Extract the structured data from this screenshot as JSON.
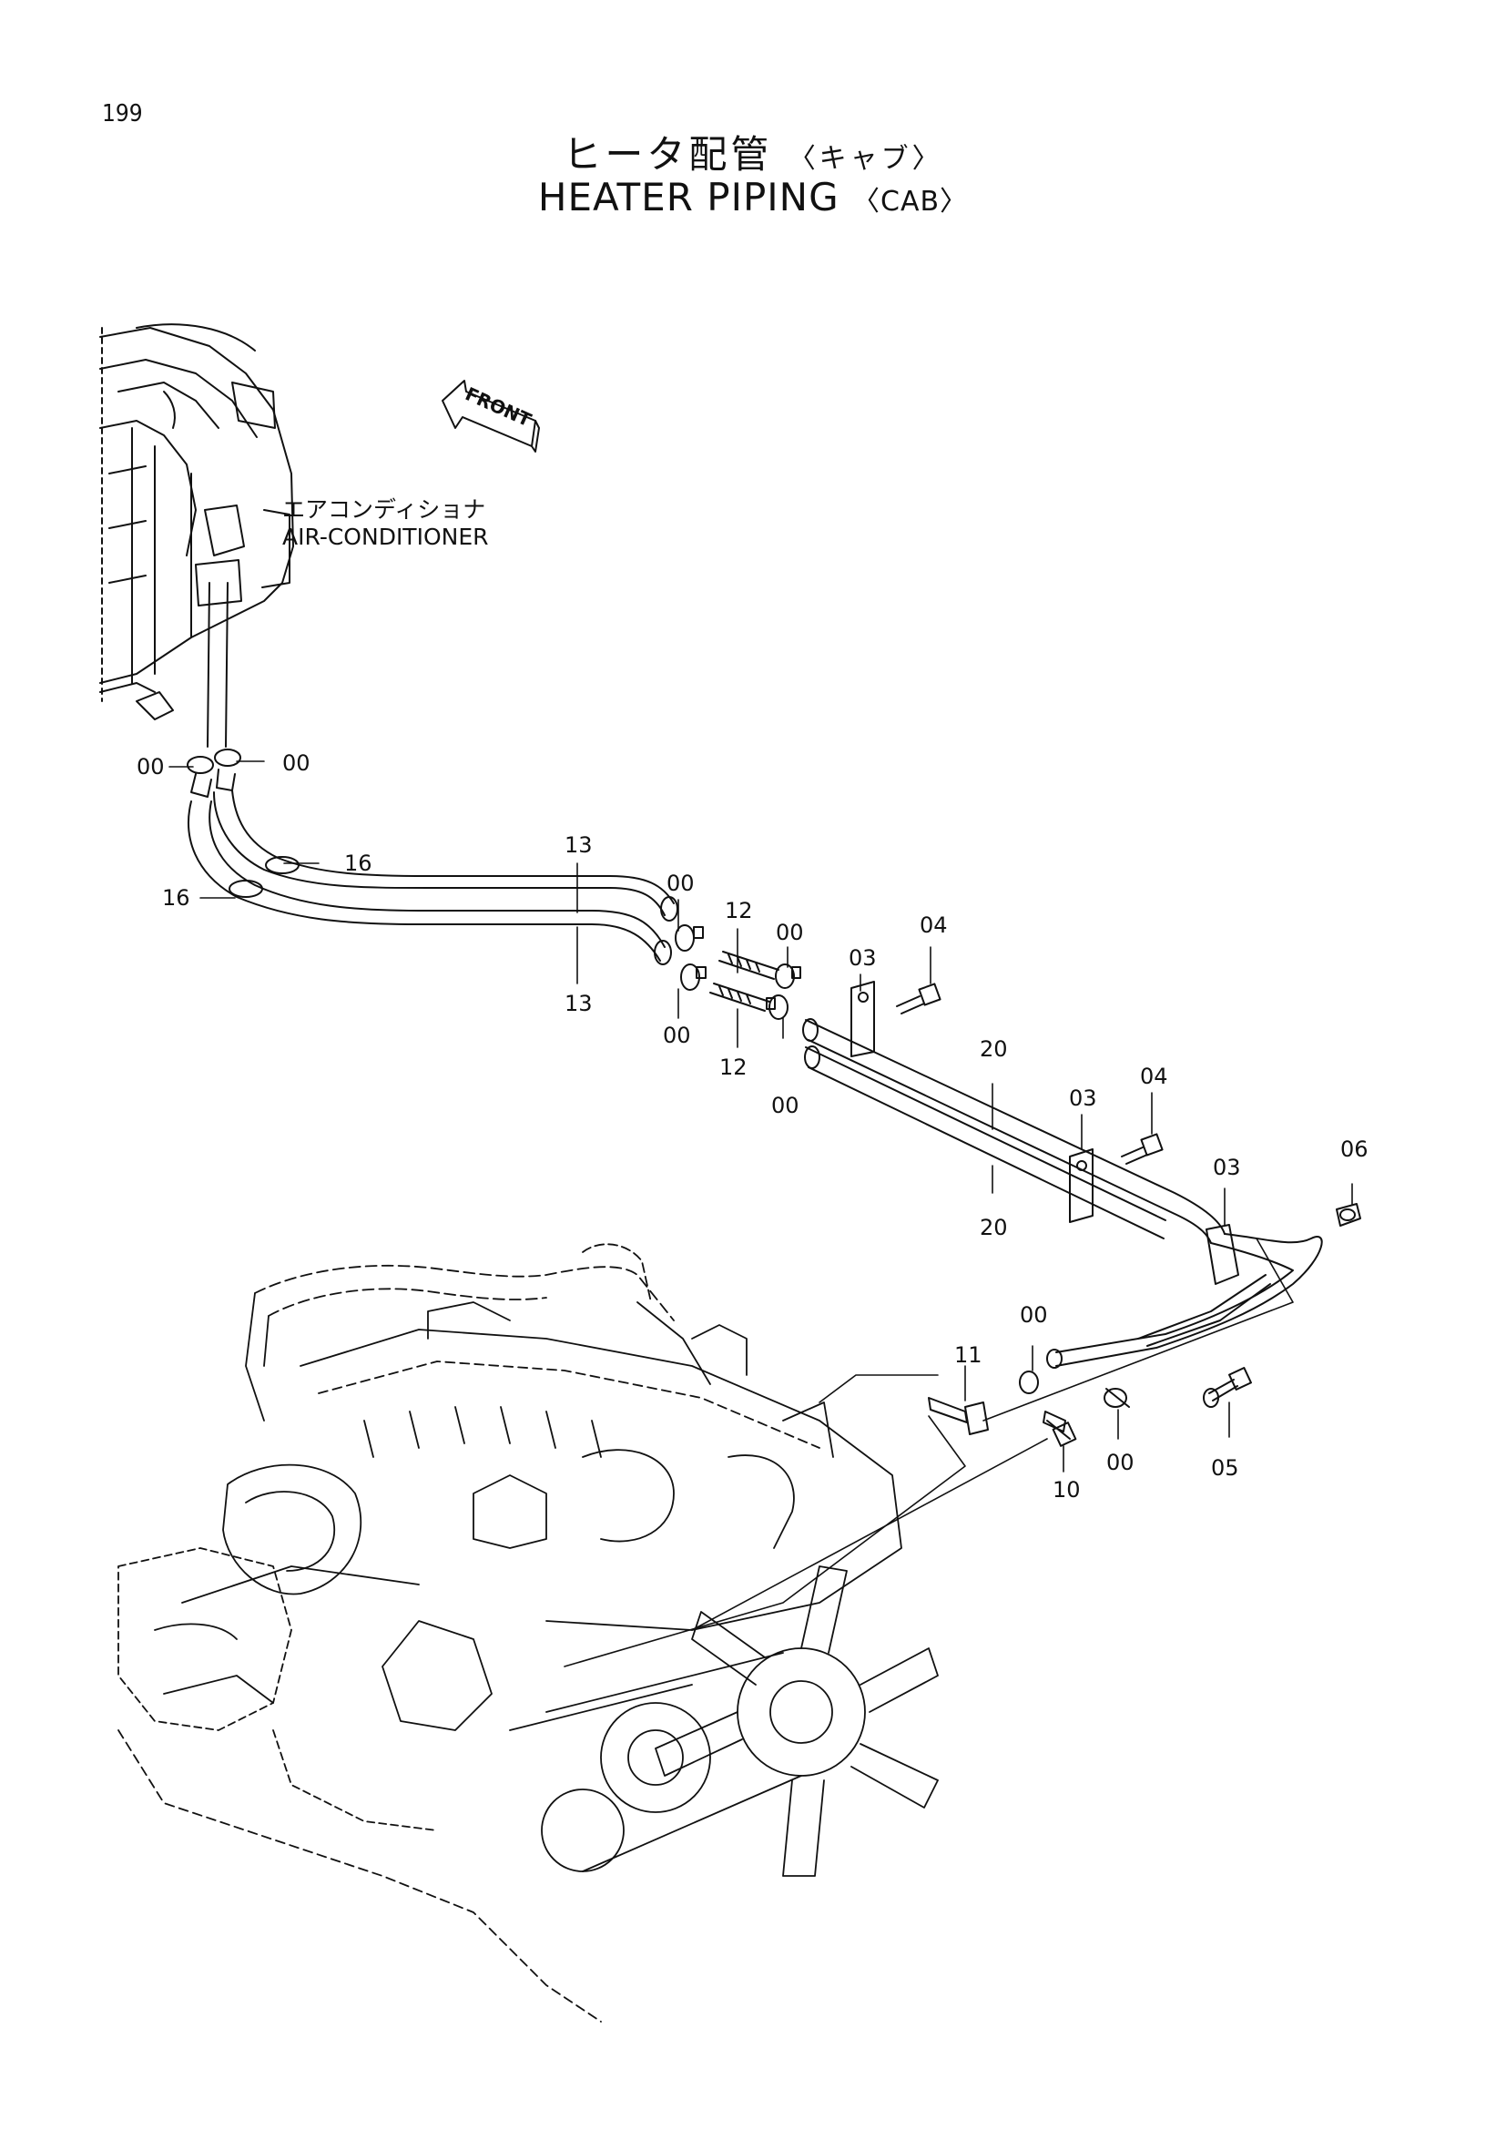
{
  "page_number": "199",
  "title_jp": "ヒータ配管",
  "title_jp_sub": "〈キャブ〉",
  "title_en": "HEATER PIPING",
  "title_en_sub": "〈CAB〉",
  "front_label": "FRONT",
  "component_label_jp": "エアコンディショナ",
  "component_label_en": "AIR-CONDITIONER",
  "callouts": [
    "00",
    "00",
    "16",
    "16",
    "13",
    "13",
    "00",
    "00",
    "12",
    "12",
    "00",
    "00",
    "03",
    "04",
    "20",
    "20",
    "04",
    "03",
    "03",
    "06",
    "00",
    "11",
    "10",
    "00",
    "05"
  ]
}
